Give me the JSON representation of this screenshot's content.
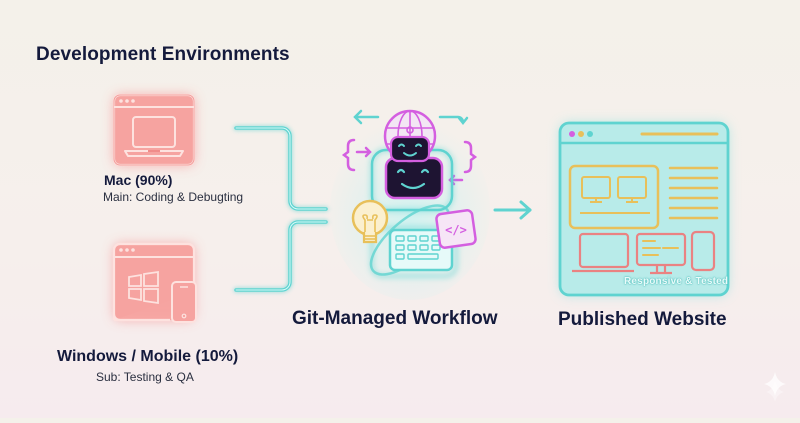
{
  "title": "Development Environments",
  "environments": [
    {
      "name": "Mac (90%)",
      "role": "Main: Coding & Debugting",
      "icon": "laptop-window-icon"
    },
    {
      "name": "Windows / Mobile (10%)",
      "role": "Sub: Testing & QA",
      "icon": "windows-mobile-window-icon"
    }
  ],
  "workflow": {
    "label": "Git-Managed Workflow",
    "icon": "robot-globe-workflow-icon"
  },
  "output": {
    "label": "Published Website",
    "badge": "Responsive & Tested",
    "icon": "website-browser-icon"
  },
  "colors": {
    "env_red": "#f27a7a",
    "connector_cyan": "#5fd3d0",
    "magenta": "#d45fe0",
    "gold": "#e8c05a",
    "text_dark": "#141a3c"
  },
  "watermark": "sparkle-icon"
}
